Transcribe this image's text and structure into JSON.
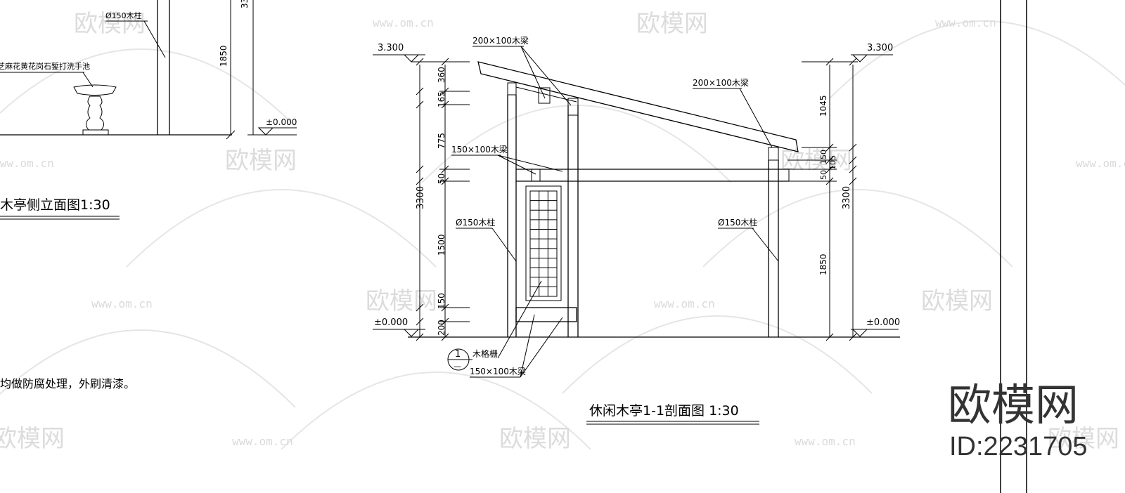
{
  "watermark": {
    "brand_text": "欧模网",
    "url_text": "www.om.cn"
  },
  "brand_overlay": {
    "logo_text": "欧模网",
    "id_text": "ID:2231705"
  },
  "left_view": {
    "column_label": "Ø150木柱",
    "basin_label": "芝麻花黄花岗石錾打洗手池",
    "dim_1850": "1850",
    "dim_33": "33",
    "level_zero": "±0.000",
    "title": "木亭侧立面图1:30",
    "note": "均做防腐处理，外刷清漆。"
  },
  "section_view": {
    "title": "休闲木亭1-1剖面图 1:30",
    "level_top_left": "3.300",
    "level_top_right": "3.300",
    "level_zero_left": "±0.000",
    "level_zero_right": "±0.000",
    "beam_top_left": "200×100木梁",
    "beam_top_right": "200×100木梁",
    "beam_mid": "150×100木梁",
    "beam_bottom": "150×100木梁",
    "column_left": "Ø150木柱",
    "column_right": "Ø150木柱",
    "lattice_label": "木格栅",
    "detail_number": "1",
    "detail_sheet": "—",
    "left_dims": [
      "360",
      "165",
      "775",
      "50",
      "1500",
      "150",
      "200"
    ],
    "left_total": "3300",
    "right_dims": [
      "1045",
      "50",
      "150",
      "105",
      "1850"
    ],
    "right_total": "3300"
  }
}
